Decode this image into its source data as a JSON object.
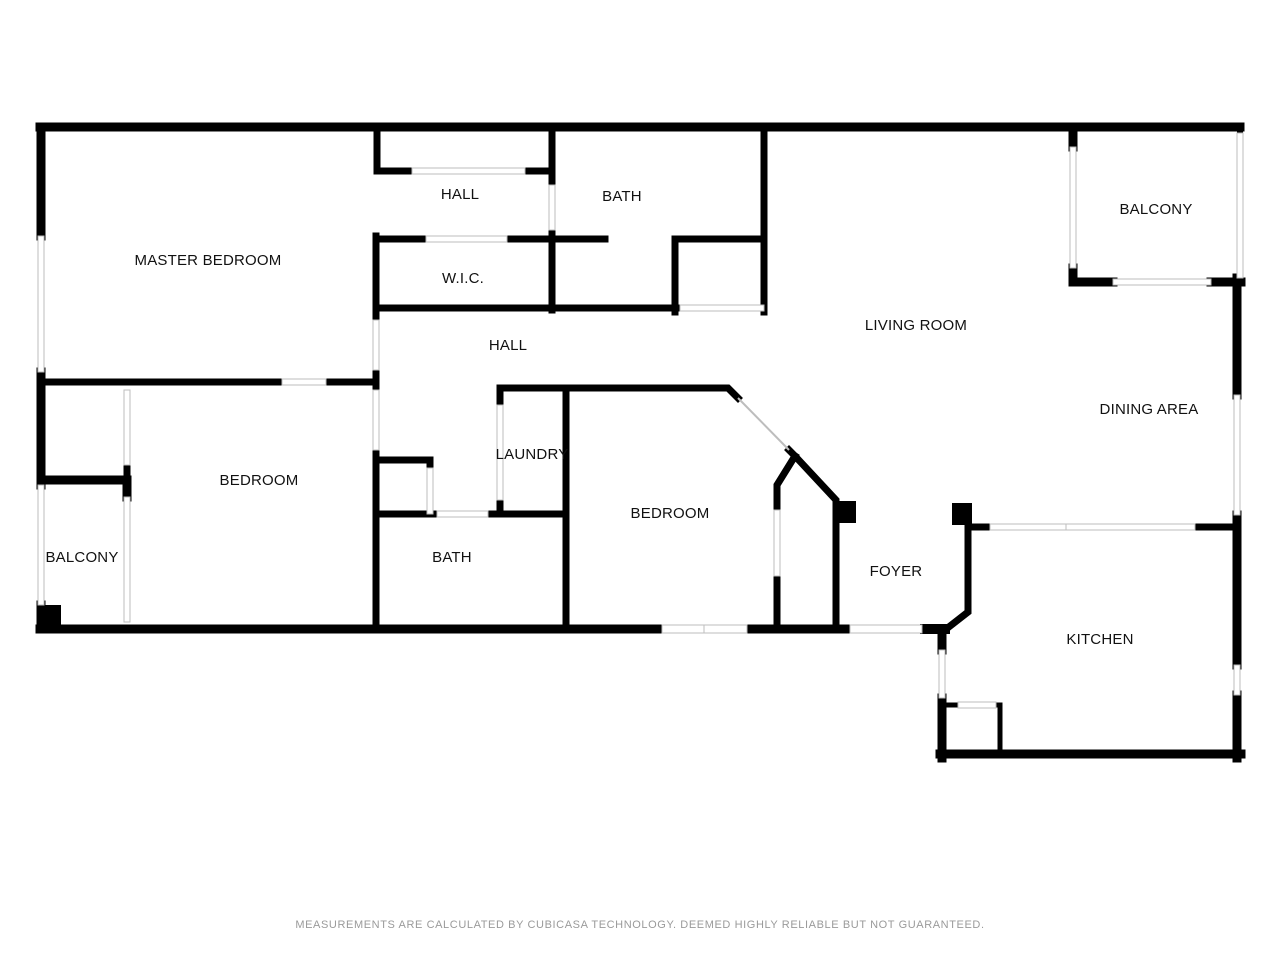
{
  "rooms": {
    "master_bedroom": "MASTER BEDROOM",
    "hall_top": "HALL",
    "bath_top": "BATH",
    "wic": "W.I.C.",
    "hall_main": "HALL",
    "living_room": "LIVING ROOM",
    "balcony_right": "BALCONY",
    "dining_area": "DINING AREA",
    "bedroom_left": "BEDROOM",
    "laundry": "LAUNDRY",
    "bedroom_center": "BEDROOM",
    "balcony_left": "BALCONY",
    "bath_bottom": "BATH",
    "foyer": "FOYER",
    "kitchen": "KITCHEN"
  },
  "disclaimer": "MEASUREMENTS ARE CALCULATED BY CUBICASA TECHNOLOGY. DEEMED HIGHLY RELIABLE BUT NOT GUARANTEED."
}
